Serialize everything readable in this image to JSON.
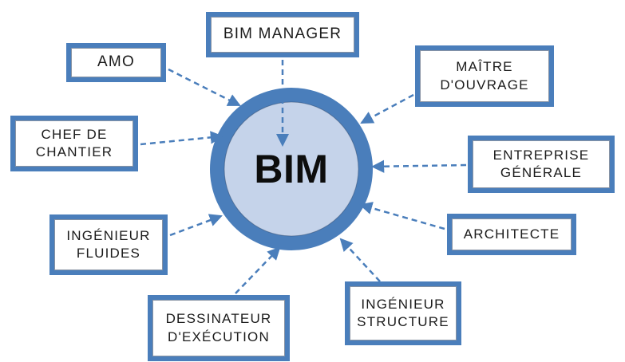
{
  "diagram": {
    "center": {
      "id": "bim",
      "label": "BIM"
    },
    "nodes": [
      {
        "id": "bim-manager",
        "label": "BIM MANAGER"
      },
      {
        "id": "amo",
        "label": "AMO"
      },
      {
        "id": "maitre-d-ouvrage",
        "label": "MAÎTRE D'OUVRAGE"
      },
      {
        "id": "chef-de-chantier",
        "label": "CHEF DE CHANTIER"
      },
      {
        "id": "entreprise-generale",
        "label": "ENTREPRISE GÉNÉRALE"
      },
      {
        "id": "ingenieur-fluides",
        "label": "INGÉNIEUR FLUIDES"
      },
      {
        "id": "architecte",
        "label": "ARCHITECTE"
      },
      {
        "id": "dessinateur-d-execution",
        "label": "DESSINATEUR D'EXÉCUTION"
      },
      {
        "id": "ingenieur-structure",
        "label": "INGÉNIEUR STRUCTURE"
      }
    ],
    "connections": [
      {
        "from": "bim-manager",
        "to": "bim",
        "style": "dashed-arrow"
      },
      {
        "from": "amo",
        "to": "bim",
        "style": "dashed-arrow"
      },
      {
        "from": "maitre-d-ouvrage",
        "to": "bim",
        "style": "dashed-arrow"
      },
      {
        "from": "chef-de-chantier",
        "to": "bim",
        "style": "dashed-arrow"
      },
      {
        "from": "entreprise-generale",
        "to": "bim",
        "style": "dashed-arrow"
      },
      {
        "from": "ingenieur-fluides",
        "to": "bim",
        "style": "dashed-arrow"
      },
      {
        "from": "architecte",
        "to": "bim",
        "style": "dashed-arrow"
      },
      {
        "from": "dessinateur-d-execution",
        "to": "bim",
        "style": "dashed-arrow"
      },
      {
        "from": "ingenieur-structure",
        "to": "bim",
        "style": "dashed-arrow"
      }
    ],
    "colors": {
      "accent": "#4a7ebb",
      "circle_fill": "#c5d3ea",
      "box_fill": "#ffffff",
      "text": "#1b1b1b"
    }
  }
}
